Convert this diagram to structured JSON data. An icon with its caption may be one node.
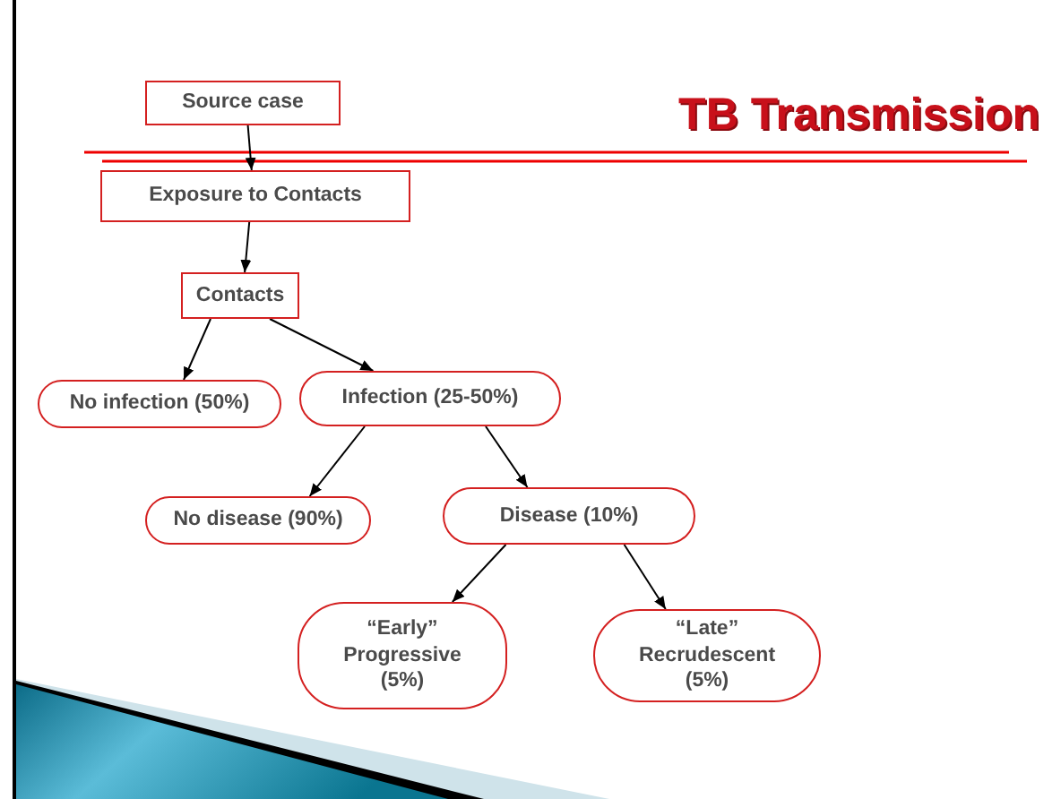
{
  "diagram": {
    "title": "TB Transmission",
    "nodes": [
      {
        "text": [
          "Source case"
        ]
      },
      {
        "text": [
          "Exposure to Contacts"
        ]
      },
      {
        "text": [
          "Contacts"
        ]
      },
      {
        "text": [
          "No infection (50%)"
        ]
      },
      {
        "text": [
          "Infection (25-50%)"
        ]
      },
      {
        "text": [
          "No disease (90%)"
        ]
      },
      {
        "text": [
          "Disease (10%)"
        ]
      },
      {
        "text": [
          "“Early” Progressive (5%)"
        ]
      },
      {
        "text": [
          "“Late” Recrudescent (5%)"
        ]
      }
    ],
    "edges": [
      {
        "from": 0,
        "to": 1,
        "arrow": "to"
      },
      {
        "from": 1,
        "to": 2,
        "arrow": "to"
      },
      {
        "from": 2,
        "to": 3,
        "arrow": "to"
      },
      {
        "from": 2,
        "to": 4,
        "arrow": "to"
      },
      {
        "from": 4,
        "to": 5,
        "arrow": "to"
      },
      {
        "from": 4,
        "to": 6,
        "arrow": "to"
      },
      {
        "from": 6,
        "to": 7,
        "arrow": "to"
      },
      {
        "from": 6,
        "to": 8,
        "arrow": "to"
      }
    ]
  }
}
